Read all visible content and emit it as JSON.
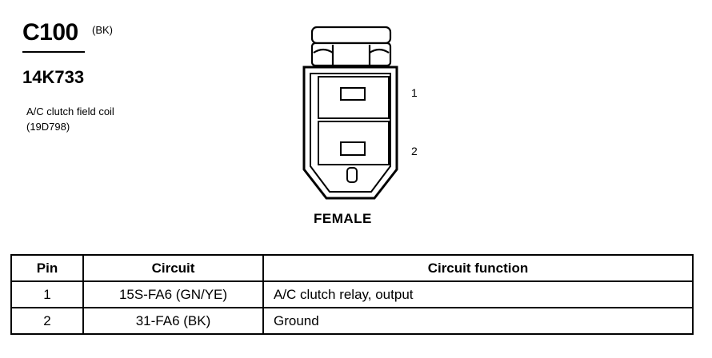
{
  "header": {
    "connector_id": "C100",
    "color_code": "(BK)",
    "part_number": "14K733",
    "component_name": "A/C clutch field coil",
    "component_code": "(19D798)"
  },
  "connector_view": {
    "pin_labels": [
      "1",
      "2"
    ],
    "gender": "FEMALE"
  },
  "pinout_table": {
    "headers": [
      "Pin",
      "Circuit",
      "Circuit function"
    ],
    "rows": [
      {
        "pin": "1",
        "circuit": "15S-FA6 (GN/YE)",
        "function": "A/C clutch relay, output"
      },
      {
        "pin": "2",
        "circuit": "31-FA6 (BK)",
        "function": "Ground"
      }
    ]
  }
}
